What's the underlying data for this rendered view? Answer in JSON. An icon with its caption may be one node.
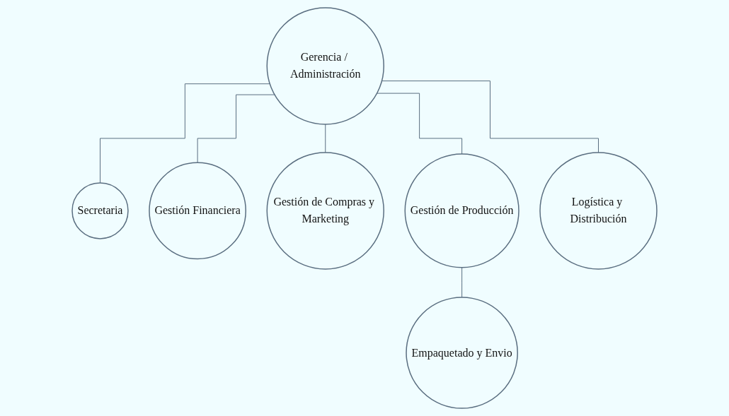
{
  "diagram": {
    "nodes": [
      {
        "text": [
          "Gerencia / Administración"
        ]
      },
      {
        "text": [
          "Secretaria"
        ]
      },
      {
        "text": [
          "Gestión Financiera"
        ]
      },
      {
        "text": [
          "Gestión de Compras y Marketing"
        ]
      },
      {
        "text": [
          "Gestión de Producción"
        ]
      },
      {
        "text": [
          "Logística y Distribución"
        ]
      },
      {
        "text": [
          "Empaquetado y Envio"
        ]
      }
    ],
    "edges": [
      {
        "from": 0,
        "to": 1,
        "arrow": "none"
      },
      {
        "from": 0,
        "to": 2,
        "arrow": "none"
      },
      {
        "from": 0,
        "to": 3,
        "arrow": "none"
      },
      {
        "from": 0,
        "to": 4,
        "arrow": "none"
      },
      {
        "from": 0,
        "to": 5,
        "arrow": "none"
      },
      {
        "from": 4,
        "to": 6,
        "arrow": "none"
      }
    ]
  }
}
